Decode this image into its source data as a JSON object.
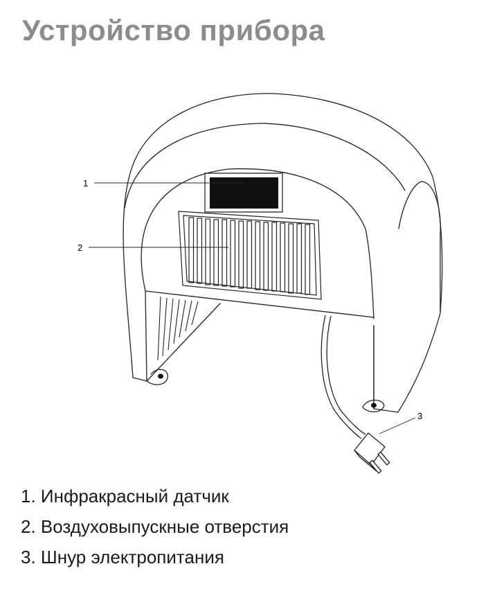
{
  "title": "Устройство прибора",
  "callouts": [
    "1",
    "2",
    "3"
  ],
  "legend": [
    "1. Инфракрасный датчик",
    "2. Воздуховыпускные отверстия",
    "3. Шнур электропитания"
  ],
  "icons": [
    "hand-dryer-illustration",
    "power-plug-icon"
  ],
  "colors": {
    "title": "#8c8c8c",
    "outline": "#222222",
    "sensor": "#111111"
  }
}
